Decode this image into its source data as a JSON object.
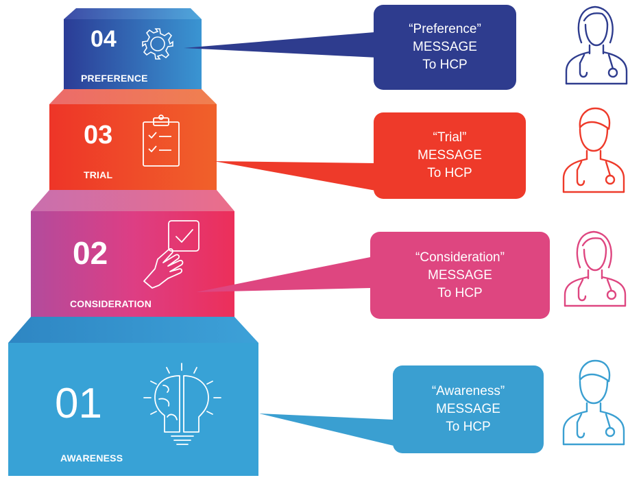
{
  "steps": [
    {
      "number": "04",
      "label": "PREFERENCE",
      "message": [
        "“Preference”",
        "MESSAGE",
        "To HCP"
      ],
      "color": "#2E3C8E",
      "icon": "gear-icon",
      "person": "female-doctor-icon"
    },
    {
      "number": "03",
      "label": "TRIAL",
      "message": [
        "“Trial”",
        "MESSAGE",
        "To HCP"
      ],
      "color": "#EE3A2A",
      "icon": "clipboard-checklist-icon",
      "person": "male-doctor-icon"
    },
    {
      "number": "02",
      "label": "CONSIDERATION",
      "message": [
        "“Consideration”",
        "MESSAGE",
        "To HCP"
      ],
      "color": "#DE4680",
      "icon": "hand-pointer-checkbox-icon",
      "person": "female-doctor-icon"
    },
    {
      "number": "01",
      "label": "AWARENESS",
      "message": [
        "“Awareness”",
        "MESSAGE",
        "To HCP"
      ],
      "color": "#3A9FD1",
      "icon": "brain-bulb-icon",
      "person": "male-doctor-icon"
    }
  ]
}
